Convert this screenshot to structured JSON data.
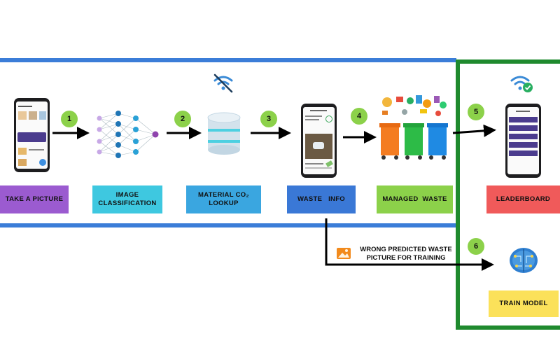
{
  "steps": {
    "take_picture": "TAKE A PICTURE",
    "image_classification_line1": "IMAGE",
    "image_classification_line2": "CLASSIFICATION",
    "material_lookup_line1": "MATERIAL CO₂",
    "material_lookup_line2": "LOOKUP",
    "waste_info": "WASTE   INFO",
    "managed_waste": "MANAGED  WASTE",
    "leaderboard": "LEADERBOARD",
    "train_model": "TRAIN MODEL"
  },
  "step_numbers": [
    "1",
    "2",
    "3",
    "4",
    "5",
    "6"
  ],
  "feedback_note_line1": "WRONG PREDICTED WASTE",
  "feedback_note_line2": "PICTURE FOR TRAINING",
  "colors": {
    "pipeline_border": "#3b7dd8",
    "server_border": "#1f8a2e",
    "step_badge": "#8cd14a",
    "take_picture": "#9b5bd0",
    "image_classification": "#3ec8e0",
    "material_lookup": "#3aa6e0",
    "waste_info": "#3a78d6",
    "managed_waste": "#8cd14a",
    "leaderboard": "#f05a5a",
    "train_model": "#fbe15a"
  },
  "icons": [
    "no-wifi-icon",
    "wifi-check-icon",
    "neural-network-icon",
    "database-icon",
    "recycle-bins-icon",
    "brain-circuit-icon",
    "image-icon"
  ]
}
